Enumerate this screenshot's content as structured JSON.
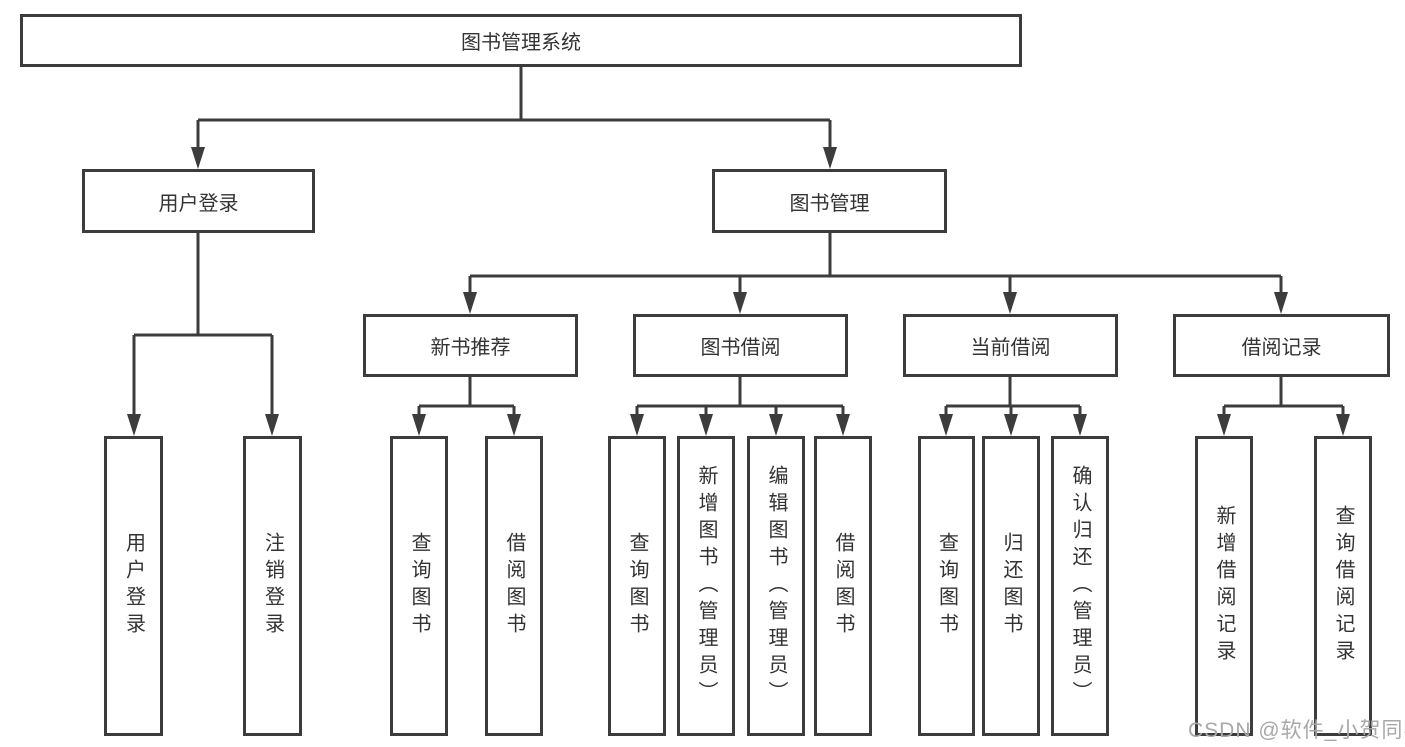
{
  "colors": {
    "line": "#3c3c3c",
    "box_border": "#3c3c3c",
    "text": "#333333",
    "background": "#ffffff",
    "watermark": "#a8a8a8"
  },
  "diagram": {
    "type": "hierarchy-tree",
    "root": {
      "label": "图书管理系统",
      "children": [
        {
          "label": "用户登录",
          "children": [
            {
              "label": "用户登录"
            },
            {
              "label": "注销登录"
            }
          ]
        },
        {
          "label": "图书管理",
          "children": [
            {
              "label": "新书推荐",
              "children": [
                {
                  "label": "查询图书"
                },
                {
                  "label": "借阅图书"
                }
              ]
            },
            {
              "label": "图书借阅",
              "children": [
                {
                  "label": "查询图书"
                },
                {
                  "label": "新增图书（管理员）"
                },
                {
                  "label": "编辑图书（管理员）"
                },
                {
                  "label": "借阅图书"
                }
              ]
            },
            {
              "label": "当前借阅",
              "children": [
                {
                  "label": "查询图书"
                },
                {
                  "label": "归还图书"
                },
                {
                  "label": "确认归还（管理员）"
                }
              ]
            },
            {
              "label": "借阅记录",
              "children": [
                {
                  "label": "新增借阅记录"
                },
                {
                  "label": "查询借阅记录"
                }
              ]
            }
          ]
        }
      ]
    }
  },
  "watermark": {
    "text": "CSDN @软件_小贺同学"
  }
}
